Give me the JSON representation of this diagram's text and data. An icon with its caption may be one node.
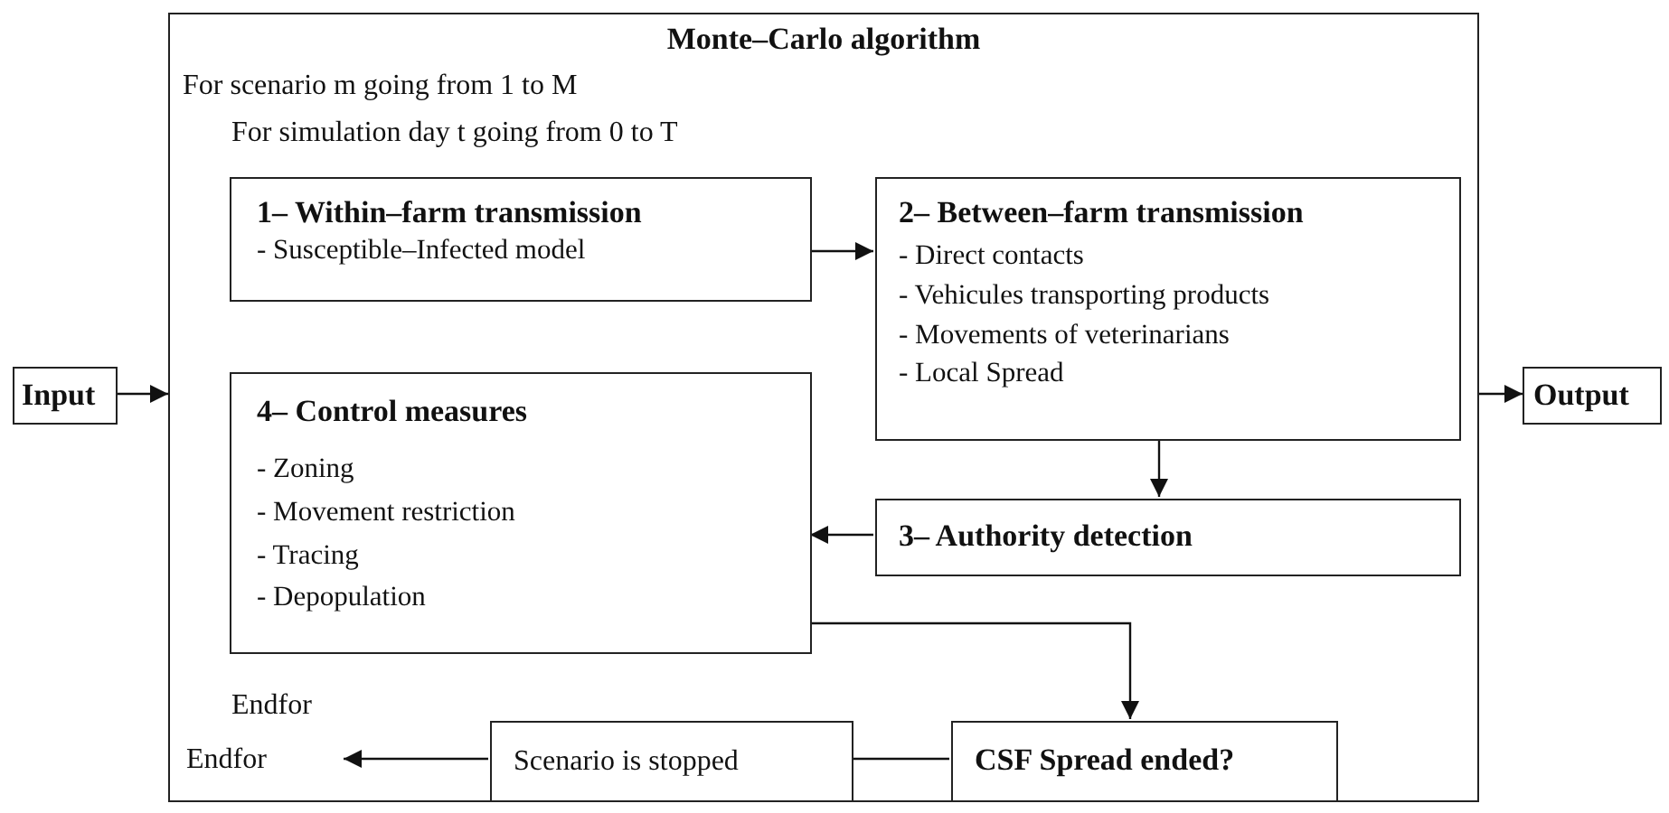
{
  "diagram": {
    "nodes": [
      {
        "text": [
          "Input"
        ]
      },
      {
        "text": [
          "Monte–Carlo algorithm"
        ]
      },
      {
        "text": [
          "Output"
        ]
      },
      {
        "text": [
          "1– Within–farm transmission",
          "- Susceptible–Infected model"
        ],
        "in": 1
      },
      {
        "text": [
          "2– Between–farm transmission",
          "- Direct contacts",
          "- Vehicules transporting products",
          "- Movements of veterinarians",
          "- Local Spread"
        ],
        "in": 1
      },
      {
        "text": [
          "4– Control measures",
          "- Zoning",
          "- Movement restriction",
          "- Tracing",
          "- Depopulation"
        ],
        "in": 1
      },
      {
        "text": [
          "3– Authority detection"
        ],
        "in": 1
      },
      {
        "text": [
          "Scenario is stopped"
        ],
        "in": 1
      },
      {
        "text": [
          "CSF Spread ended?"
        ],
        "in": 1
      }
    ],
    "edges": [
      {
        "from": 0,
        "to": 1,
        "arrow": "to"
      },
      {
        "from": 1,
        "to": 2,
        "arrow": "to"
      },
      {
        "from": 3,
        "to": 4,
        "arrow": "to"
      },
      {
        "from": 4,
        "to": 6,
        "arrow": "to"
      },
      {
        "from": 6,
        "to": 5,
        "arrow": "to"
      },
      {
        "from": 5,
        "to": 8,
        "arrow": "to"
      },
      {
        "from": 8,
        "to": 7,
        "arrow": "none"
      },
      {
        "from": 7,
        "to": null,
        "arrow": "to"
      }
    ],
    "labels": [
      "For scenario m going from 1 to M",
      "For simulation day t going from 0 to T",
      "Endfor",
      "Endfor"
    ]
  }
}
